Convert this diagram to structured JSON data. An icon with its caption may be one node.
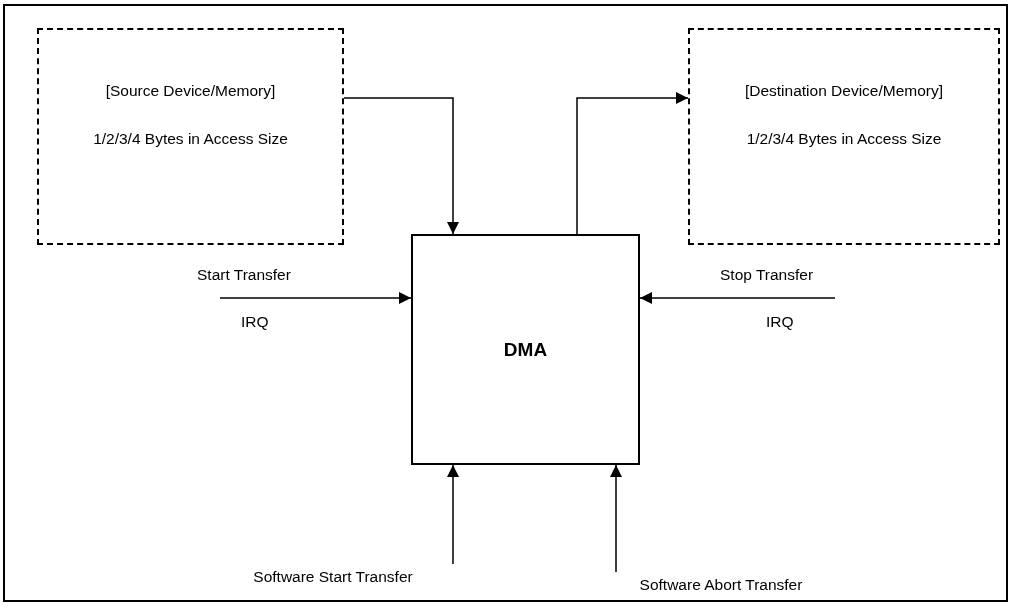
{
  "diagram": {
    "nodes": [
      {
        "text": [
          "[Source Device/Memory]",
          "1/2/3/4 Bytes in Access Size"
        ]
      },
      {
        "text": [
          "[Destination Device/Memory]",
          "1/2/3/4 Bytes in Access Size"
        ]
      },
      {
        "text": [
          "DMA"
        ]
      },
      {
        "text": [
          "Software Start Transfer"
        ]
      },
      {
        "text": [
          "Software Abort Transfer"
        ]
      }
    ],
    "edges": [
      {
        "from": 0,
        "to": 2,
        "arrow": "to"
      },
      {
        "from": 2,
        "to": 1,
        "arrow": "to"
      },
      {
        "from": null,
        "to": 2,
        "arrow": "to",
        "label": "Start Transfer"
      },
      {
        "from": null,
        "to": 2,
        "arrow": "to",
        "label": "Stop Transfer"
      },
      {
        "from": 3,
        "to": 2,
        "arrow": "to"
      },
      {
        "from": 4,
        "to": 2,
        "arrow": "to"
      }
    ],
    "labels": [
      "IRQ",
      "IRQ"
    ]
  }
}
